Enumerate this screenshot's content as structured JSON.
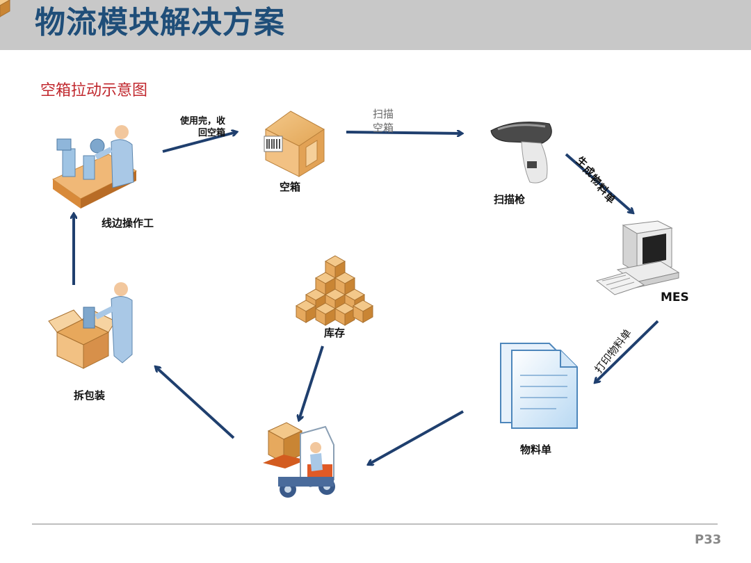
{
  "header": {
    "title": "物流模块解决方案"
  },
  "diagram": {
    "subtitle": "空箱拉动示意图",
    "nodes": {
      "worker": "线边操作工",
      "empty_box": "空箱",
      "scanner": "扫描枪",
      "mes": "MES",
      "material_slip": "物料单",
      "inventory": "库存",
      "unpack": "拆包装"
    },
    "edges": {
      "return_box_line1": "使用完，收",
      "return_box_line2": "回空箱",
      "scan_line1": "扫描",
      "scan_line2": "空箱",
      "generate": "生成物料单",
      "generate_chars": [
        "生",
        "成",
        "物",
        "料",
        "单"
      ],
      "print": "打印物料单"
    }
  },
  "footer": {
    "page": "P33"
  }
}
